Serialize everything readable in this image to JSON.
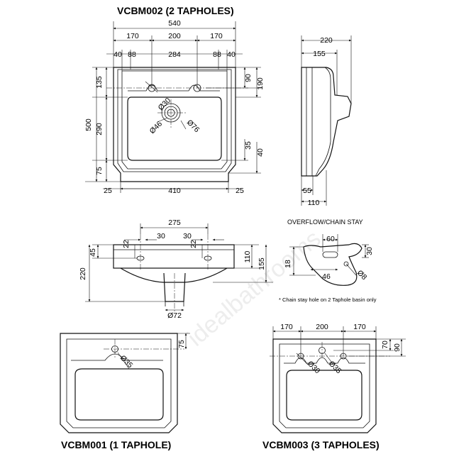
{
  "titles": {
    "two_taphole": "VCBM002 (2 TAPHOLES)",
    "one_taphole": "VCBM001 (1 TAPHOLE)",
    "three_taphole": "VCBM003 (3 TAPHOLES)",
    "overflow": "OVERFLOW/CHAIN STAY"
  },
  "note": "* Chain stay hole on 2 Taphole basin only",
  "watermark": "idealbathrooms",
  "plan_2th": {
    "width": "540",
    "seg_170_l": "170",
    "seg_200": "200",
    "seg_170_r": "170",
    "rim_l": "40",
    "seg_88_l": "88",
    "seg_284": "284",
    "seg_88_r": "88",
    "rim_r": "40",
    "depth": "500",
    "d_135": "135",
    "d_290": "290",
    "d_75": "75",
    "r_90": "90",
    "r_190": "190",
    "r_35": "35",
    "r_40": "40",
    "b_25_l": "25",
    "b_410": "410",
    "b_25_r": "25",
    "dia_30": "Ø30",
    "dia_46": "Ø46",
    "dia_76": "Ø76"
  },
  "side": {
    "depth": "220",
    "d_155": "155",
    "d_55": "55",
    "d_110": "110"
  },
  "front": {
    "w_275": "275",
    "w_30_l": "30",
    "w_30_r": "30",
    "h_22_l": "22",
    "h_22_r": "22",
    "h_45": "45",
    "h_220": "220",
    "h_110": "110",
    "h_155": "155",
    "dia_72": "Ø72"
  },
  "overflow": {
    "w_60": "60",
    "h_30": "30",
    "h_18": "18",
    "w_46": "46",
    "dia_8": "Ø8"
  },
  "plan_1th": {
    "r_75": "75",
    "dia_35": "Ø35"
  },
  "plan_3th": {
    "seg_170_l": "170",
    "seg_200": "200",
    "seg_170_r": "170",
    "r_70": "70",
    "r_90": "90",
    "dia_30": "Ø30",
    "dia_35": "Ø35"
  }
}
